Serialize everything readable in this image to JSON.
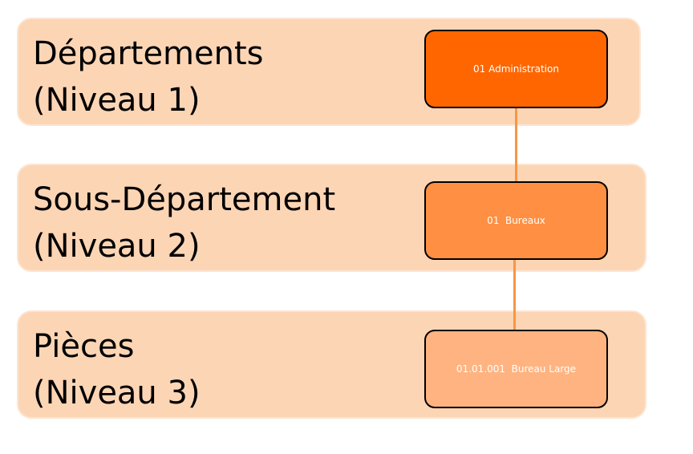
{
  "levels": [
    {
      "label": "Départements\n(Niveau 1)",
      "node_text": "01 Administration",
      "node_color": "#ff6600"
    },
    {
      "label": "Sous-Département\n(Niveau 2)",
      "node_text": "01  Bureaux",
      "node_color": "#ff8f42"
    },
    {
      "label": "Pièces\n(Niveau 3)",
      "node_text": "01.01.001  Bureau Large",
      "node_color": "#ffb380"
    }
  ],
  "colors": {
    "band_fill": "#fcd5b5",
    "connector": "#f79646"
  }
}
